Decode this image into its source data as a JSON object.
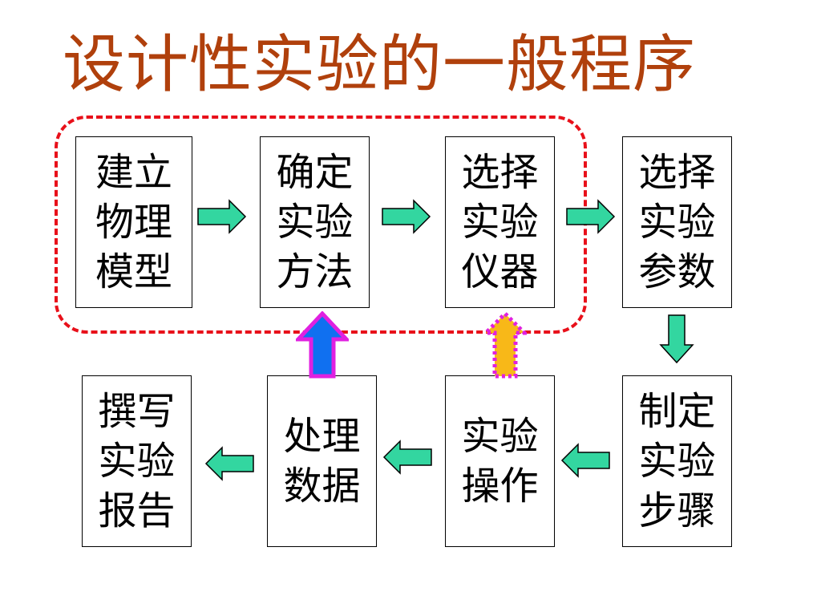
{
  "title": "设计性实验的一般程序",
  "colors": {
    "title": "#b0400c",
    "dashed_frame": "#e8101a",
    "flow_arrow_fill": "#33d6a0",
    "feedback_arrow_blue_fill": "#1070f0",
    "feedback_arrow_orange_fill": "#f8b818",
    "feedback_arrow_outline": "#e020e0"
  },
  "top_row": [
    {
      "lines": [
        "建立",
        "物理",
        "模型"
      ]
    },
    {
      "lines": [
        "确定",
        "实验",
        "方法"
      ]
    },
    {
      "lines": [
        "选择",
        "实验",
        "仪器"
      ]
    },
    {
      "lines": [
        "选择",
        "实验",
        "参数"
      ]
    }
  ],
  "bottom_row": [
    {
      "lines": [
        "撰写",
        "实验",
        "报告"
      ]
    },
    {
      "lines": [
        "处理",
        "数据"
      ]
    },
    {
      "lines": [
        "实验",
        "操作"
      ]
    },
    {
      "lines": [
        "制定",
        "实验",
        "步骤"
      ]
    }
  ]
}
